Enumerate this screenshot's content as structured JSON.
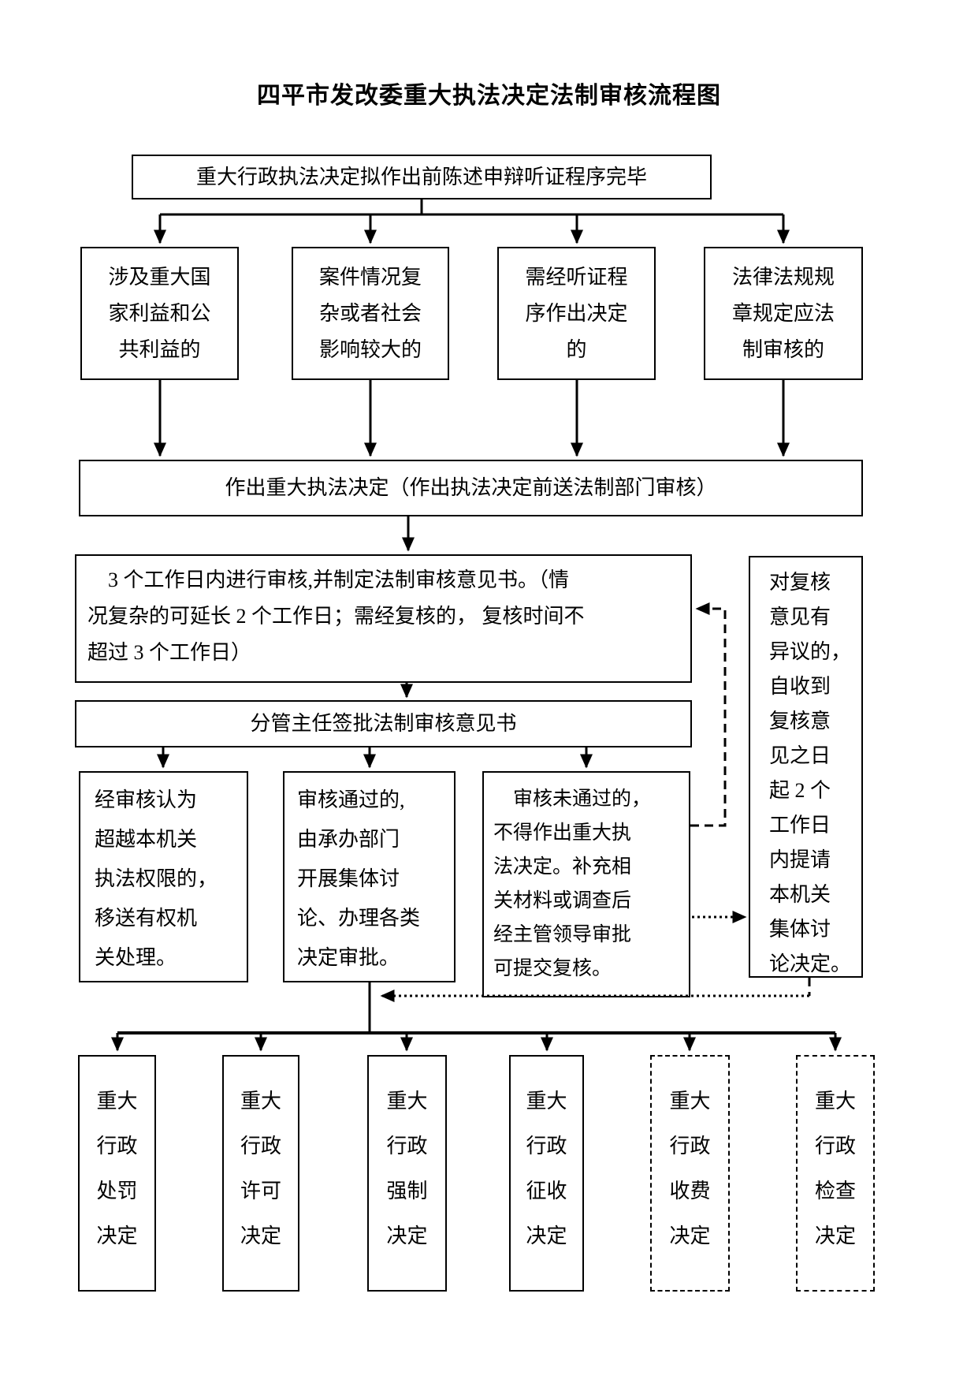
{
  "title": "四平市发改委重大执法决定法制审核流程图",
  "nodes": {
    "start": "重大行政执法决定拟作出前陈述申辩听证程序完毕",
    "cond1": "涉及重大国\n家利益和公\n共利益的",
    "cond2": "案件情况复\n杂或者社会\n影响较大的",
    "cond3": "需经听证程\n序作出决定\n的",
    "cond4": "法律法规规\n章规定应法\n制审核的",
    "decision": "作出重大执法决定（作出执法决定前送法制部门审核）",
    "review": "3 个工作日内进行审核,并制定法制审核意见书。（情\n况复杂的可延长 2 个工作日；需经复核的， 复核时间不\n超过 3 个工作日）",
    "sign": "分管主任签批法制审核意见书",
    "beyond": "经审核认为\n超越本机关\n执法权限的，\n移送有权机\n关处理。",
    "passed": "审核通过的,\n由承办部门\n开展集体讨\n论、办理各类\n决定审批。",
    "failed": "审核未通过的，\n不得作出重大执\n法决定。补充相\n关材料或调查后\n经主管领导审批\n可提交复核。",
    "objection": "对复核\n意见有\n异议的，\n自收到\n复核意\n见之日\n起 2 个\n工作日\n内提请\n本机关\n集体讨\n论决定。",
    "outputs": [
      "重大\n行政\n处罚\n决定",
      "重大\n行政\n许可\n决定",
      "重大\n行政\n强制\n决定",
      "重大\n行政\n征收\n决定",
      "重大\n行政\n收费\n决定",
      "重大\n行政\n检查\n决定"
    ]
  },
  "colors": {
    "line": "#000000",
    "background": "#ffffff"
  }
}
